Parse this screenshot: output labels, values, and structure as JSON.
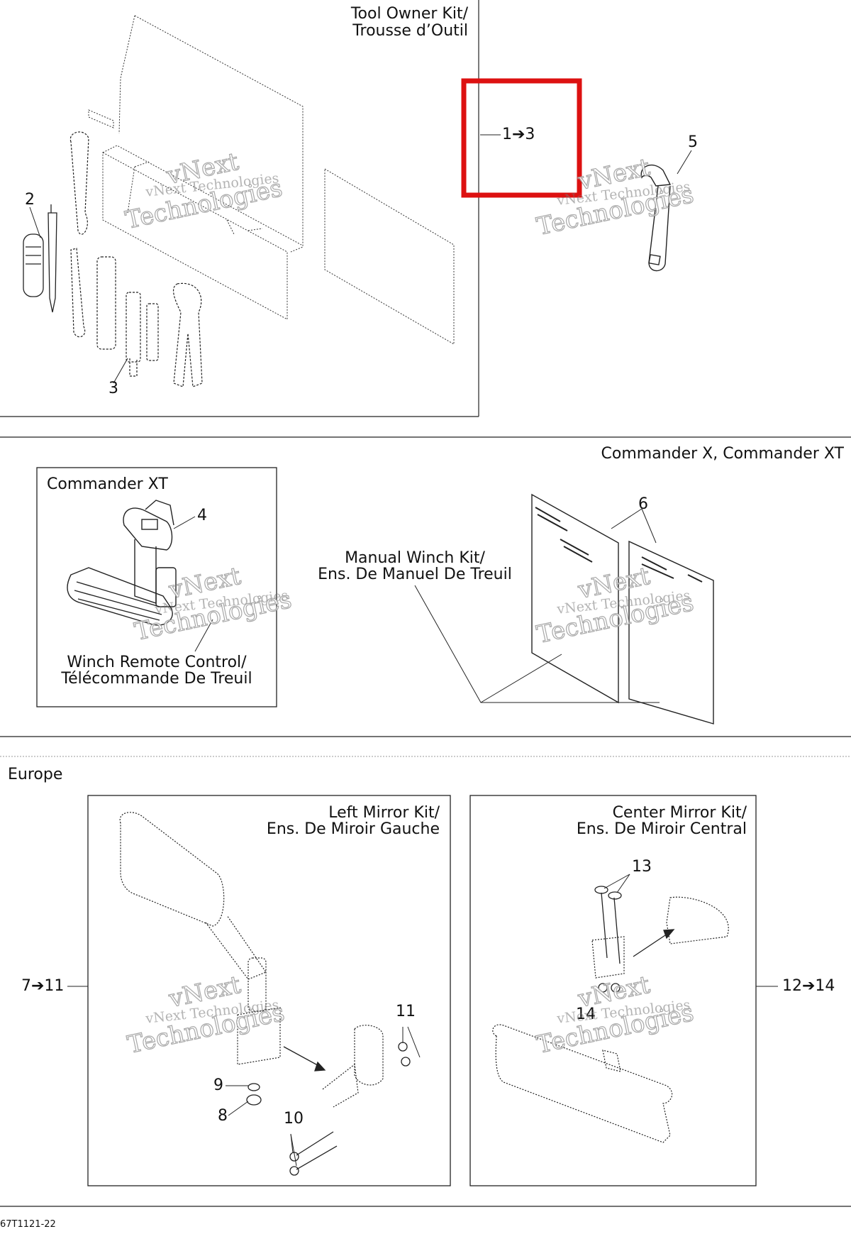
{
  "section_top": {
    "tool_kit_title_line1": "Tool Owner Kit/",
    "tool_kit_title_line2": "Trousse d’Outil",
    "callout_1_3": "1➔3",
    "num_2": "2",
    "num_3": "3",
    "num_5": "5"
  },
  "section_middle": {
    "heading": "Commander X, Commander XT",
    "xt_box_title": "Commander XT",
    "num_4": "4",
    "winch_remote_line1": "Winch Remote Control/",
    "winch_remote_line2": "Télécommande De Treuil",
    "manual_winch_line1": "Manual Winch Kit/",
    "manual_winch_line2": "Ens. De Manuel De Treuil",
    "num_6": "6"
  },
  "section_bottom": {
    "heading": "Europe",
    "left_mirror_line1": "Left Mirror Kit/",
    "left_mirror_line2": "Ens. De Miroir Gauche",
    "center_mirror_line1": "Center Mirror Kit/",
    "center_mirror_line2": "Ens. De Miroir Central",
    "callout_7_11": "7➔11",
    "callout_12_14": "12➔14",
    "num_8": "8",
    "num_9": "9",
    "num_10": "10",
    "num_11": "11",
    "num_13": "13",
    "num_14": "14"
  },
  "watermark": {
    "line1": "vNext Technologies",
    "line2": "vNext",
    "line3": "Technologies"
  },
  "highlight_color": "#dd1111",
  "footer": {
    "drawing_code": "67T1121-22"
  }
}
